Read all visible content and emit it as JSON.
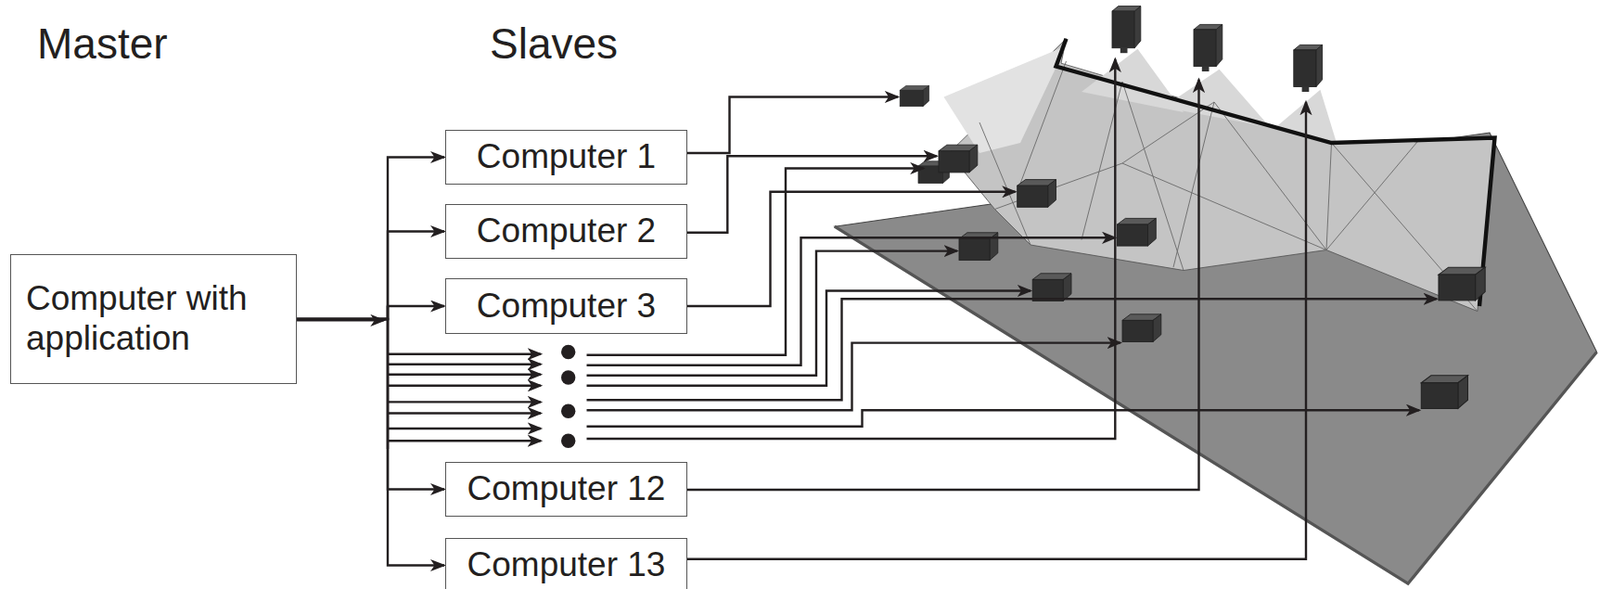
{
  "diagram": {
    "nodes": [
      {
        "text": [
          "Computer with application"
        ]
      },
      {
        "text": [
          "Computer 1"
        ]
      },
      {
        "text": [
          "Computer 2"
        ]
      },
      {
        "text": [
          "Computer 3"
        ]
      },
      {
        "text": [
          "Computer 12"
        ]
      },
      {
        "text": [
          "Computer 13"
        ]
      }
    ],
    "edges": [
      {
        "from": 0,
        "to": 1,
        "arrow": "to"
      },
      {
        "from": 0,
        "to": 2,
        "arrow": "to"
      },
      {
        "from": 0,
        "to": 3,
        "arrow": "to"
      },
      {
        "from": 0,
        "to": 4,
        "arrow": "to"
      },
      {
        "from": 0,
        "to": 5,
        "arrow": "to"
      }
    ],
    "labels": [
      "Master",
      "Slaves"
    ]
  }
}
